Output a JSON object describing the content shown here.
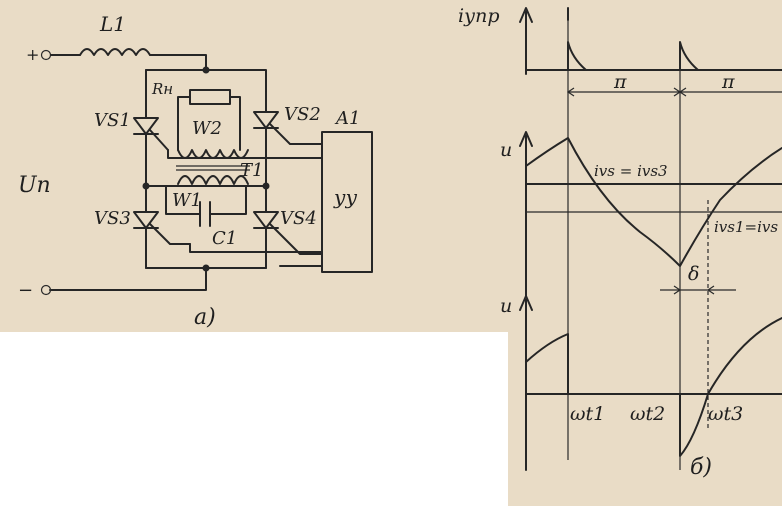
{
  "circuit": {
    "input_pos": "+",
    "input_neg": "−",
    "inductor": "L1",
    "load": "Rн",
    "winding2": "W2",
    "winding1": "W1",
    "transformer": "T1",
    "capacitor": "C1",
    "thyristors": [
      "VS1",
      "VS2",
      "VS3",
      "VS4"
    ],
    "controller_block": "A1",
    "controller_label": "уу",
    "supply": "Uп",
    "caption": "a)"
  },
  "graphs": {
    "top_axis": "iупр",
    "pi_left": "π",
    "pi_right": "π",
    "mid_axis": "u",
    "ivs_label": "ivs = ivs3",
    "ivs1_label": "ivs1=ivs",
    "delta": "δ",
    "bottom_axis": "u",
    "t1": "ωt1",
    "t2": "ωt2",
    "t3": "ωt3",
    "caption": "б)"
  }
}
